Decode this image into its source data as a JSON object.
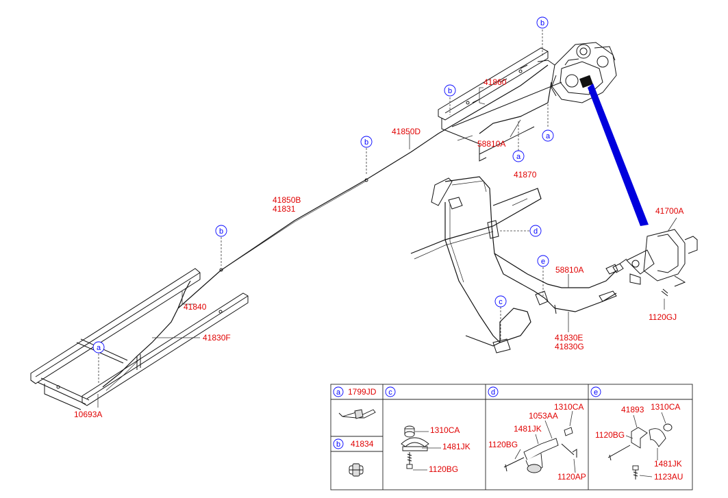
{
  "parts": {
    "p41860": "41860",
    "p41850D": "41850D",
    "p58810A_top": "58810A",
    "p41850B": "41850B",
    "p41831": "41831",
    "p41840": "41840",
    "p41830F": "41830F",
    "p10693A": "10693A",
    "p41870": "41870",
    "p41700A": "41700A",
    "p58810A_mid": "58810A",
    "p41830E": "41830E",
    "p41830G": "41830G",
    "p1120GJ": "1120GJ"
  },
  "callouts": {
    "a": "a",
    "b": "b",
    "c": "c",
    "d": "d",
    "e": "e"
  },
  "table": {
    "a": {
      "ref": "a",
      "part": "1799JD"
    },
    "b": {
      "ref": "b",
      "part": "41834"
    },
    "c": {
      "ref": "c",
      "parts": [
        "1310CA",
        "1481JK",
        "1120BG"
      ]
    },
    "d": {
      "ref": "d",
      "parts": [
        "1310CA",
        "1053AA",
        "1481JK",
        "1120BG",
        "1120AP"
      ]
    },
    "e": {
      "ref": "e",
      "parts": [
        "41893",
        "1310CA",
        "1120BG",
        "1481JK",
        "1123AU"
      ]
    }
  },
  "colors": {
    "part_label": "#e00000",
    "callout": "#0000ff",
    "pointer": "#0000dd"
  }
}
